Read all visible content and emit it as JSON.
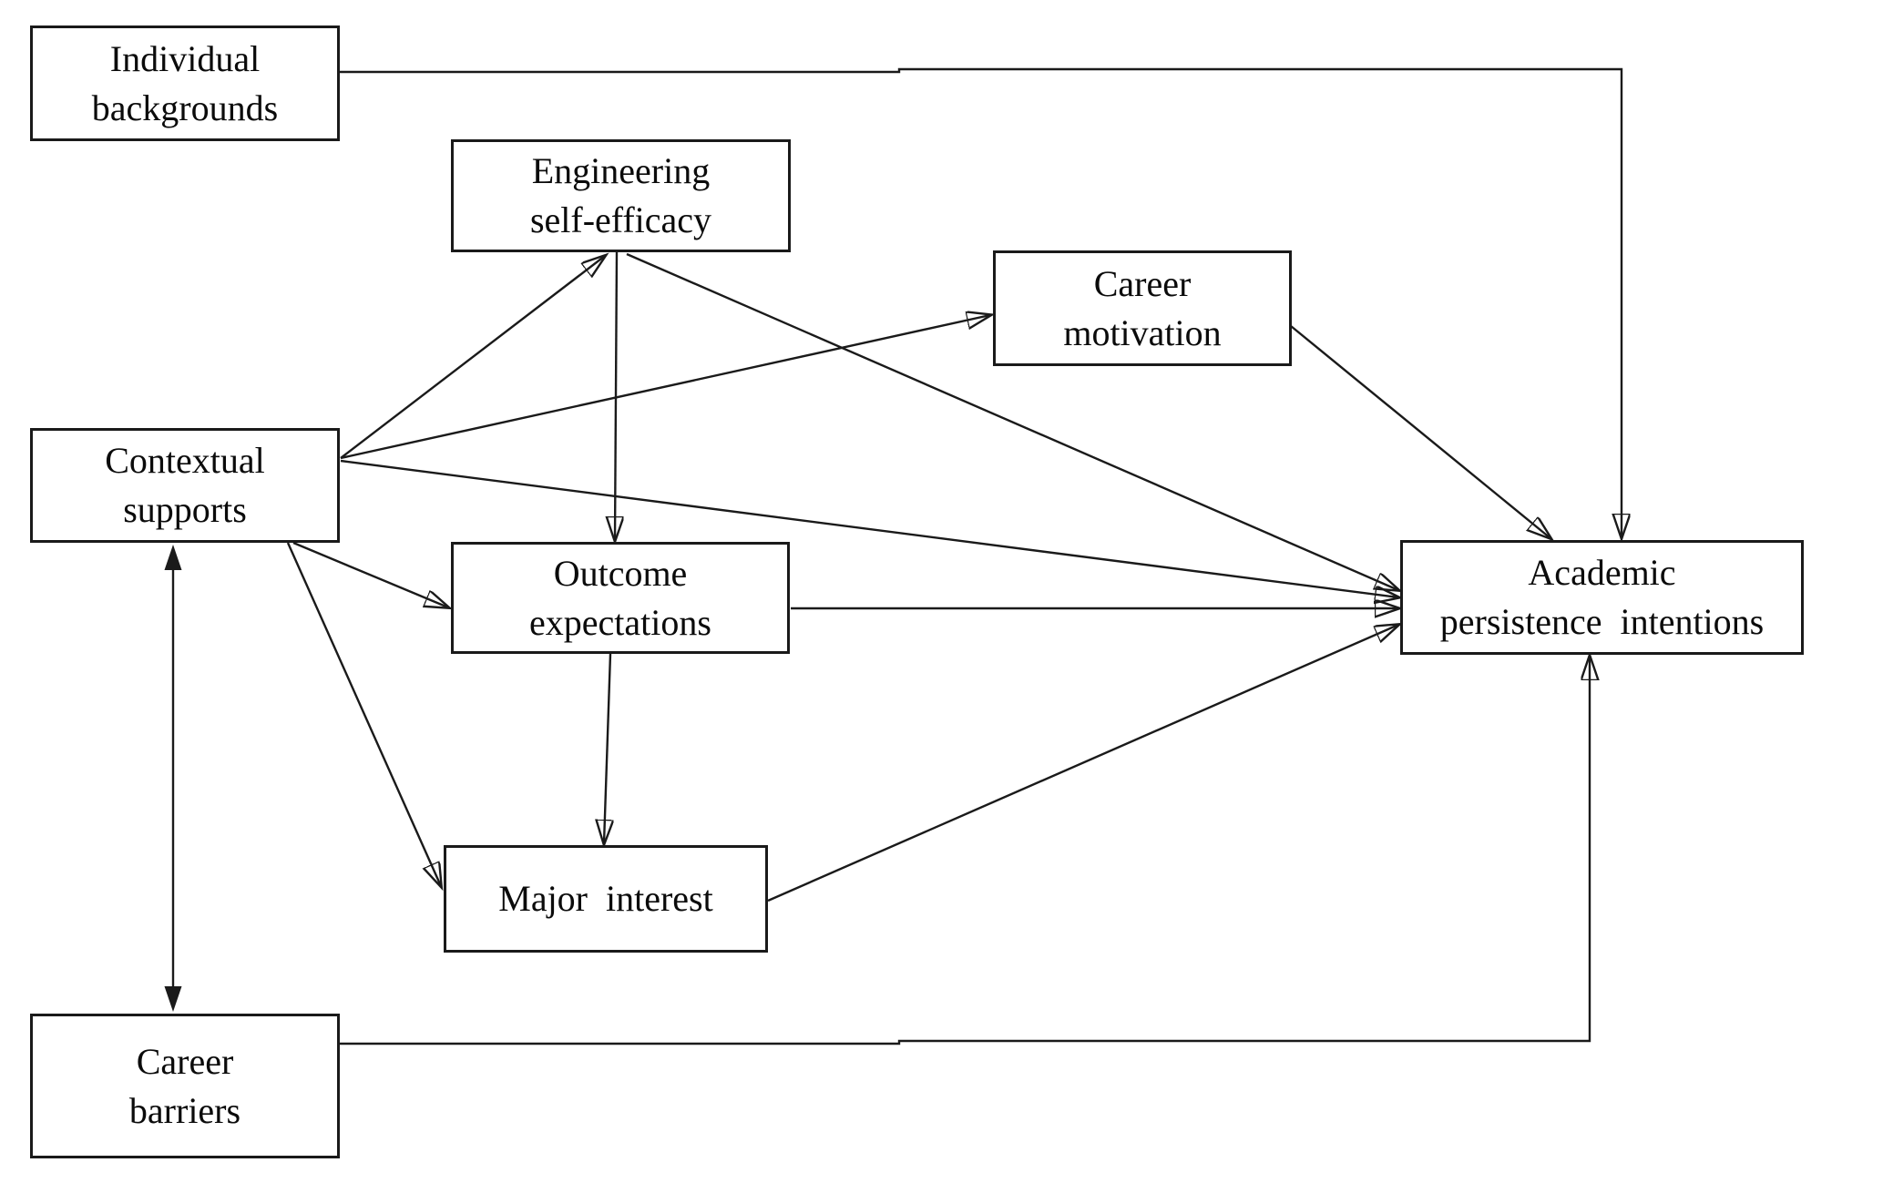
{
  "figure": {
    "type": "path-diagram",
    "colors": {
      "background": "#ffffff",
      "box_fill": "#ffffff",
      "line": "#1a1a1a",
      "text": "#0b0b0b"
    }
  },
  "nodes": [
    {
      "id": "individual-backgrounds",
      "lines": [
        "Individual",
        "backgrounds"
      ]
    },
    {
      "id": "engineering-self-efficacy",
      "lines": [
        "Engineering",
        "self-efficacy"
      ]
    },
    {
      "id": "career-motivation",
      "lines": [
        "Career",
        "motivation"
      ]
    },
    {
      "id": "contextual-supports",
      "lines": [
        "Contextual",
        "supports"
      ]
    },
    {
      "id": "outcome-expectations",
      "lines": [
        "Outcome",
        "expectations"
      ]
    },
    {
      "id": "academic-persistence-intentions",
      "lines": [
        "Academic",
        "persistence intentions"
      ]
    },
    {
      "id": "major-interest",
      "lines": [
        "Major interest"
      ]
    },
    {
      "id": "career-barriers",
      "lines": [
        "Career",
        "barriers"
      ]
    }
  ],
  "edges": [
    {
      "from": "Individual backgrounds",
      "to": "Academic persistence intentions",
      "style": "directed-elbow"
    },
    {
      "from": "Contextual supports",
      "to": "Engineering self-efficacy",
      "style": "directed"
    },
    {
      "from": "Contextual supports",
      "to": "Career motivation",
      "style": "directed"
    },
    {
      "from": "Contextual supports",
      "to": "Academic persistence intentions",
      "style": "directed"
    },
    {
      "from": "Contextual supports",
      "to": "Outcome expectations",
      "style": "directed"
    },
    {
      "from": "Contextual supports",
      "to": "Major interest",
      "style": "directed"
    },
    {
      "from": "Contextual supports",
      "to": "Career barriers",
      "style": "bidirectional"
    },
    {
      "from": "Engineering self-efficacy",
      "to": "Outcome expectations",
      "style": "directed"
    },
    {
      "from": "Engineering self-efficacy",
      "to": "Academic persistence intentions",
      "style": "directed"
    },
    {
      "from": "Career motivation",
      "to": "Academic persistence intentions",
      "style": "directed"
    },
    {
      "from": "Outcome expectations",
      "to": "Major interest",
      "style": "directed"
    },
    {
      "from": "Outcome expectations",
      "to": "Academic persistence intentions",
      "style": "directed"
    },
    {
      "from": "Major interest",
      "to": "Academic persistence intentions",
      "style": "directed"
    },
    {
      "from": "Career barriers",
      "to": "Academic persistence intentions",
      "style": "directed-elbow"
    }
  ]
}
